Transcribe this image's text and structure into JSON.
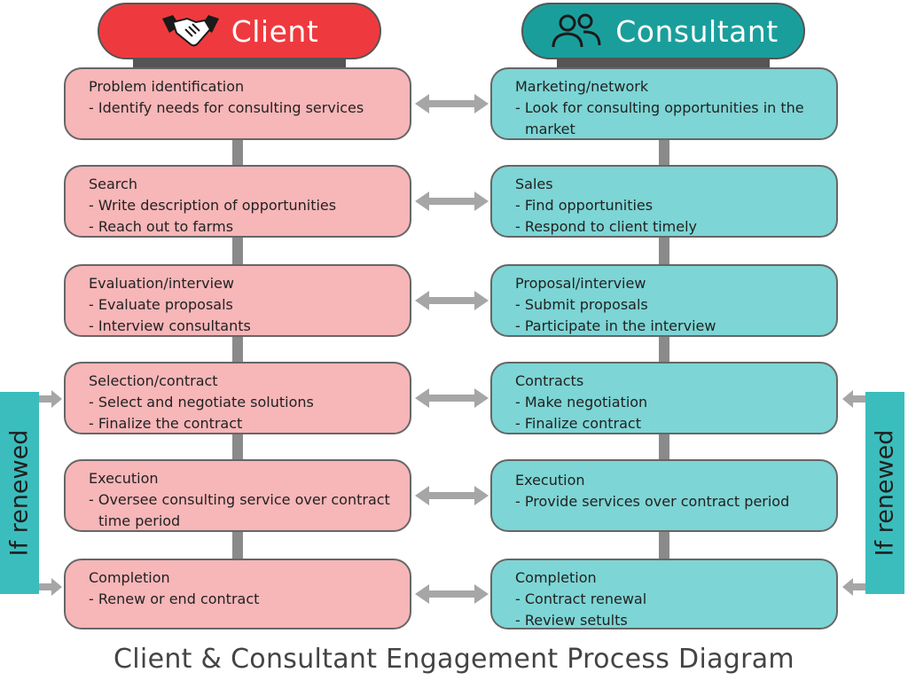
{
  "client": {
    "title": "Client",
    "icon": "handshake-icon",
    "color": "#ee3a3e",
    "box_color": "#f7b6b8",
    "steps": [
      {
        "title": "Problem identification",
        "lines": [
          "- Identify needs for consulting services"
        ]
      },
      {
        "title": "Search",
        "lines": [
          "- Write description of opportunities",
          "- Reach out to farms"
        ]
      },
      {
        "title": "Evaluation/interview",
        "lines": [
          "- Evaluate proposals",
          "- Interview consultants"
        ]
      },
      {
        "title": "Selection/contract",
        "lines": [
          "- Select and negotiate solutions",
          "- Finalize the contract"
        ]
      },
      {
        "title": "Execution",
        "lines": [
          "- Oversee consulting service over contract time period"
        ]
      },
      {
        "title": "Completion",
        "lines": [
          "- Renew or end contract"
        ]
      }
    ]
  },
  "consultant": {
    "title": "Consultant",
    "icon": "people-icon",
    "color": "#1a9e9c",
    "box_color": "#7dd5d5",
    "steps": [
      {
        "title": "Marketing/network",
        "lines": [
          "- Look for consulting opportunities in the market"
        ]
      },
      {
        "title": "Sales",
        "lines": [
          "- Find opportunities",
          "- Respond to client timely"
        ]
      },
      {
        "title": "Proposal/interview",
        "lines": [
          "- Submit proposals",
          "- Participate in the interview"
        ]
      },
      {
        "title": "Contracts",
        "lines": [
          "- Make negotiation",
          "- Finalize contract"
        ]
      },
      {
        "title": "Execution",
        "lines": [
          "- Provide services over contract period"
        ]
      },
      {
        "title": "Completion",
        "lines": [
          "- Contract renewal",
          "- Review setults"
        ]
      }
    ]
  },
  "renewal": {
    "left_label": "If renewed",
    "right_label": "If renewed",
    "color": "#3bbdbd"
  },
  "caption": "Client & Consultant Engagement Process Diagram"
}
